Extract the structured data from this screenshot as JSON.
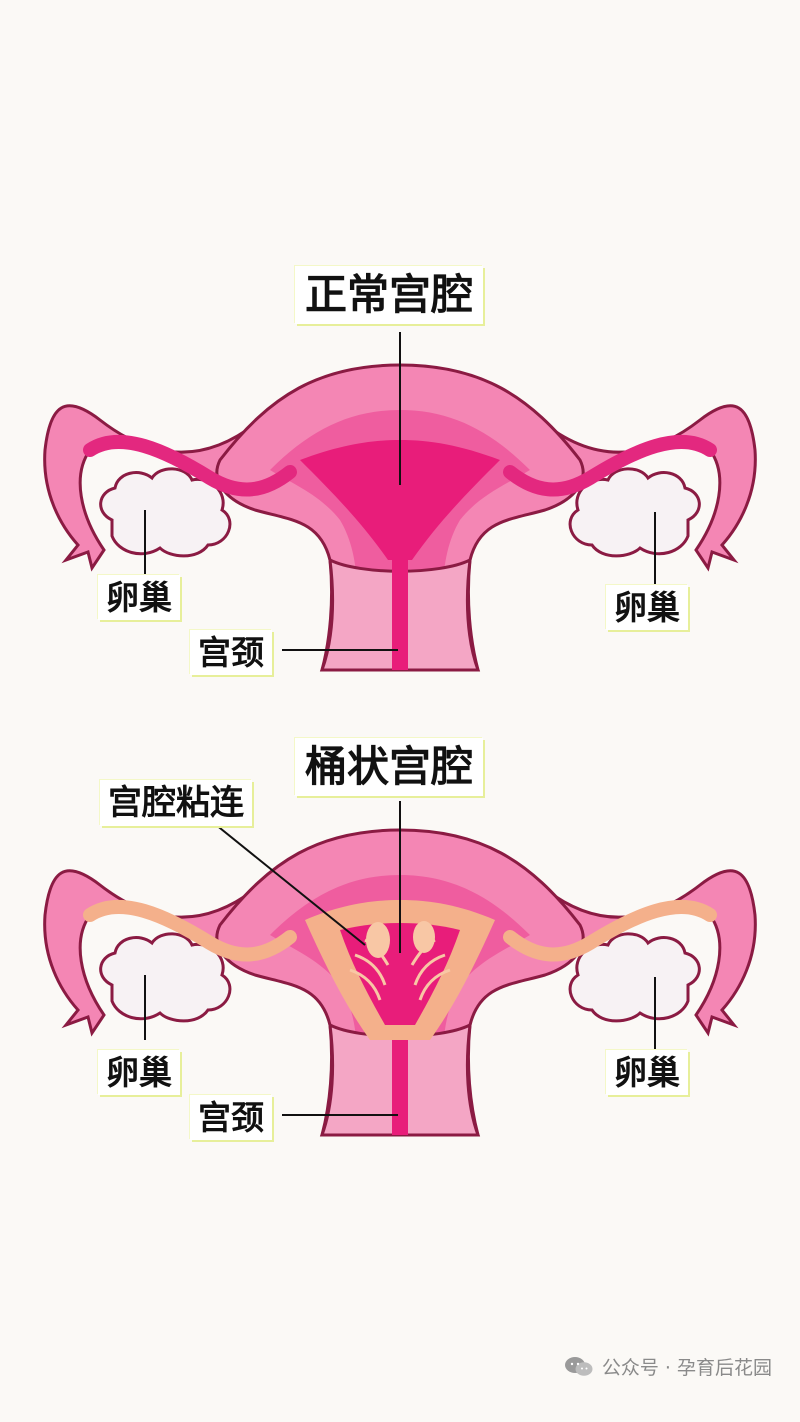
{
  "diagram": {
    "top_title": "正常宫腔",
    "bottom_title": "桶状宫腔",
    "adhesion_label": "宫腔粘连",
    "ovary_label": "卵巢",
    "cervix_label": "宫颈"
  },
  "footer": {
    "icon": "wechat-icon",
    "text": "公众号 · 孕育后花园"
  },
  "colors": {
    "uterus_outer": "#f486b4",
    "uterus_wall": "#ef5d9f",
    "cavity": "#e81d7a",
    "tube_inner_normal": "#e3287f",
    "tube_inner_adhesion": "#f4b08b",
    "cervix": "#f4a6c5",
    "ovary": "#f7f2f4",
    "outline": "#8b1b43"
  }
}
